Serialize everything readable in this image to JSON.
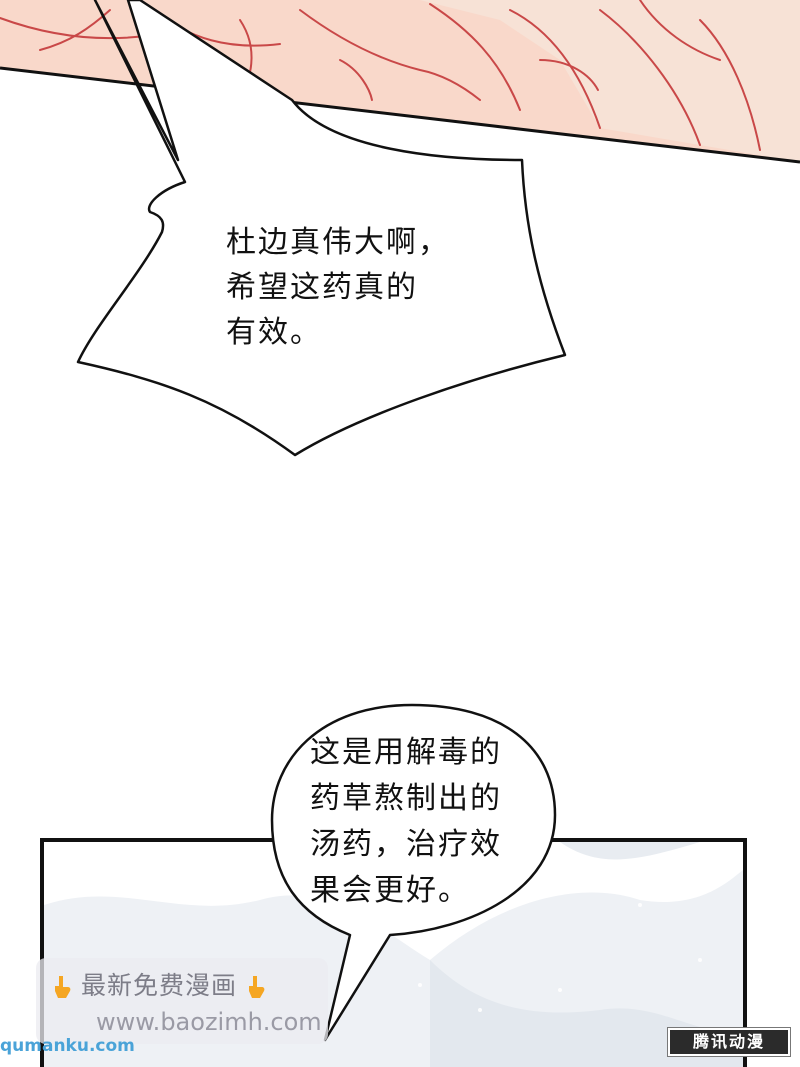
{
  "panels": {
    "top": {
      "bubble_lines": [
        "杜边真伟大啊，",
        "希望这药真的",
        "有效。"
      ]
    },
    "bottom": {
      "bubble_lines": [
        "这是用解毒的",
        "药草熬制出的",
        "汤药，治疗效",
        "果会更好。"
      ]
    }
  },
  "watermark": {
    "title": "最新免费漫画",
    "url": "www.baozimh.com",
    "sub": "qumanku.com"
  },
  "brand_logo": {
    "text": "腾讯动漫"
  },
  "colors": {
    "skin": "#f9d9cb",
    "skin_line": "#c94848",
    "ink": "#111111",
    "snow_panel": "#eef1f4",
    "hand": "#f5a623"
  }
}
